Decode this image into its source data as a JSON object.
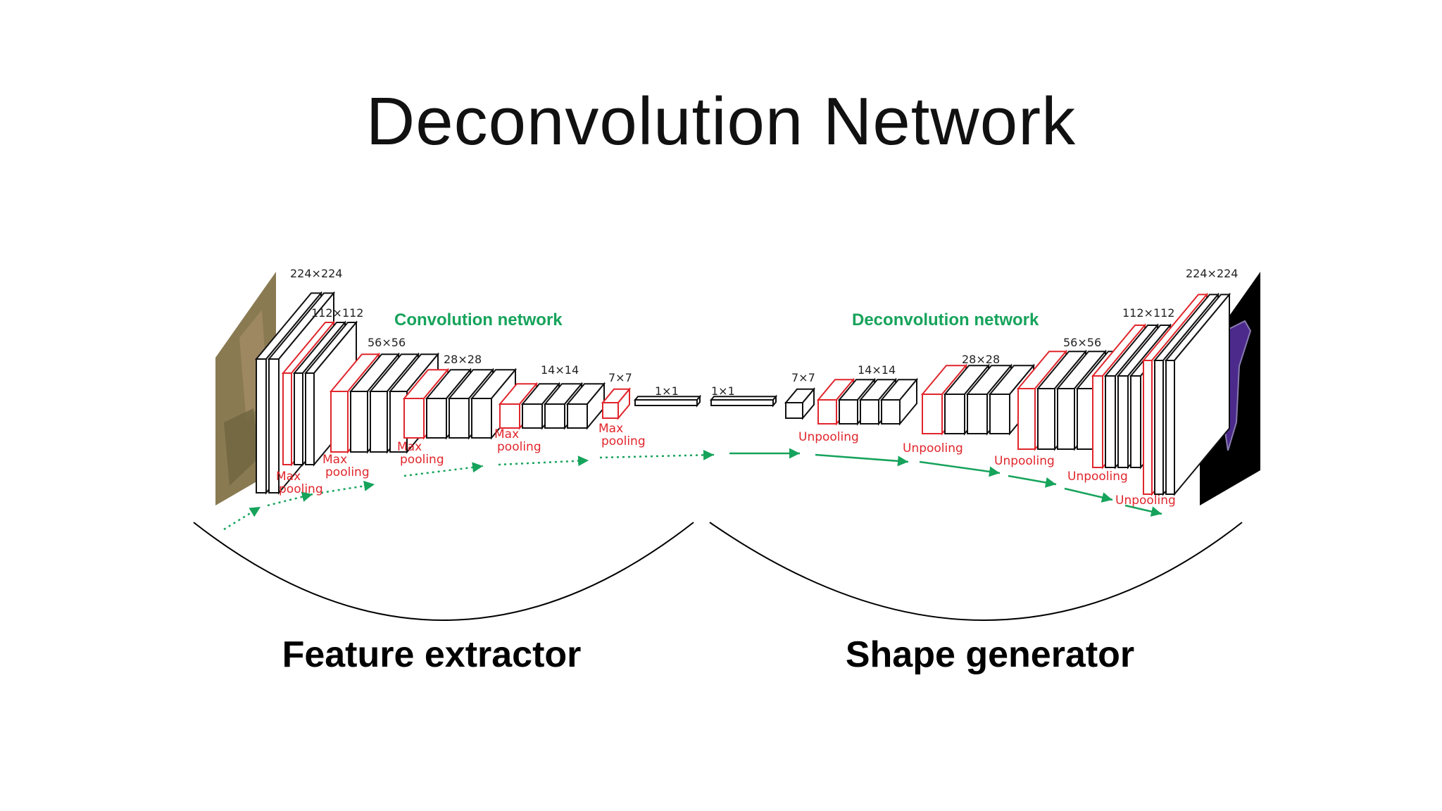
{
  "title": "Deconvolution Network",
  "captions": {
    "left": "Feature extractor",
    "right": "Shape generator"
  },
  "diagram": {
    "encoder_label": "Convolution network",
    "decoder_label": "Deconvolution network",
    "encoder_sizes": [
      "224×224",
      "112×112",
      "56×56",
      "28×28",
      "14×14",
      "7×7",
      "1×1"
    ],
    "decoder_sizes": [
      "1×1",
      "7×7",
      "14×14",
      "28×28",
      "56×56",
      "112×112",
      "224×224"
    ],
    "pool_label": [
      "Max",
      "pooling"
    ],
    "unpool_label": "Unpooling",
    "colors": {
      "pool_outline": "#e0262c",
      "arrow_green": "#16a35b",
      "input_image": "#8a7a52",
      "output_mask": "#4b2a8c"
    }
  }
}
